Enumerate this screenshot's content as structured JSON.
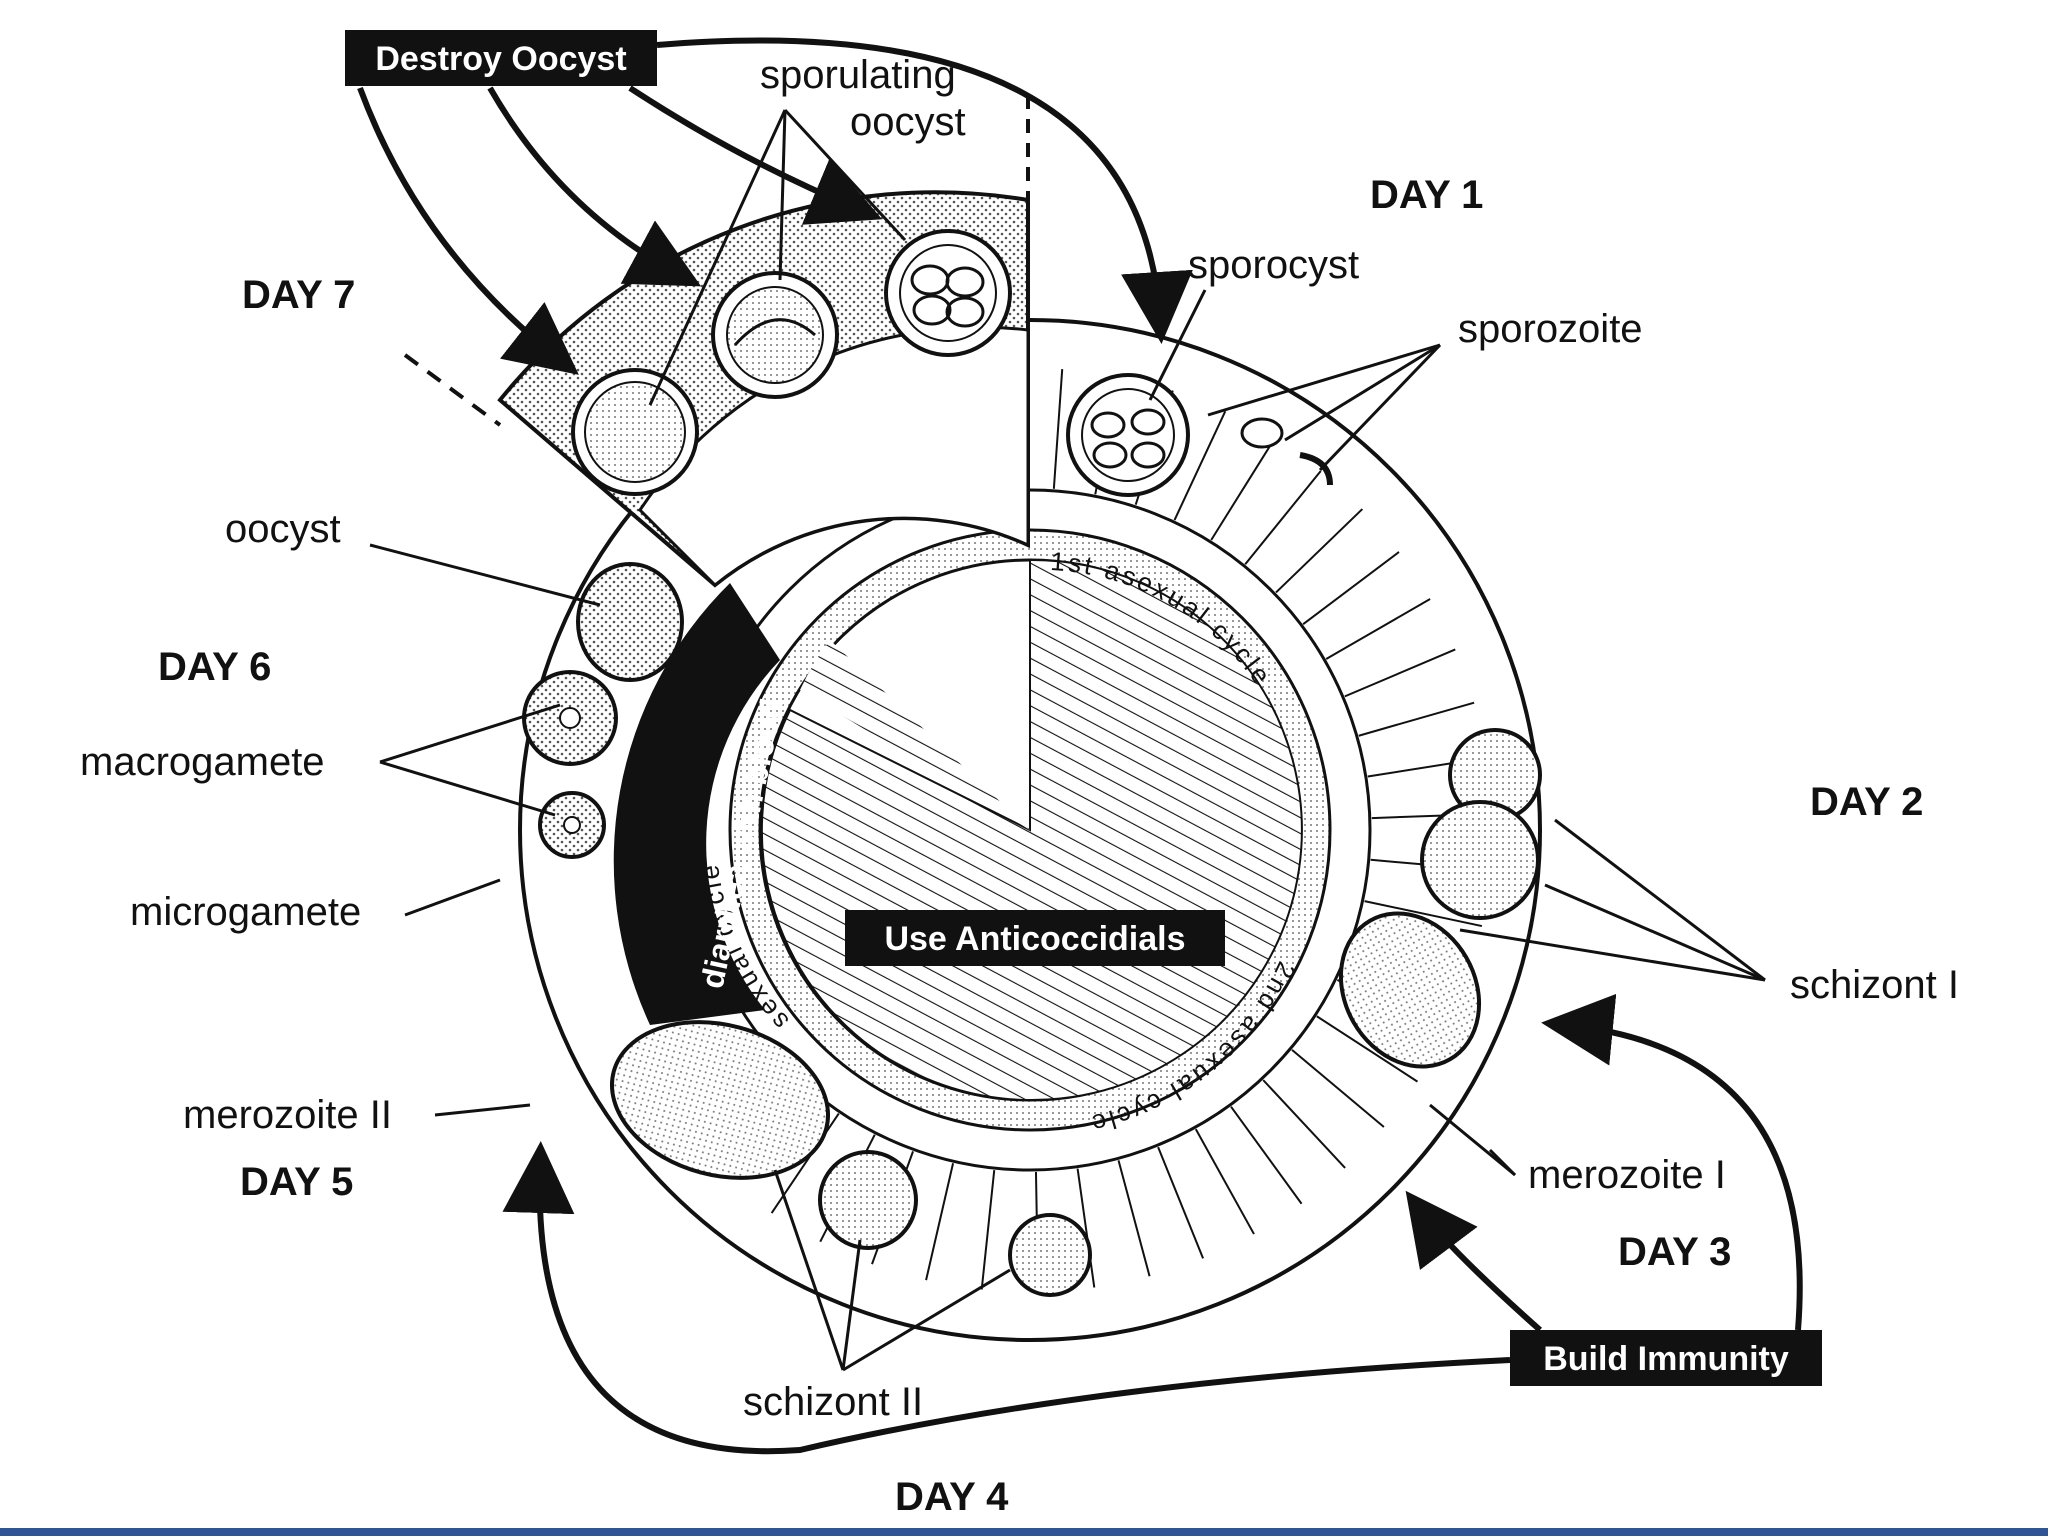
{
  "stages": {
    "sporulating_oocyst": [
      "sporulating",
      "oocyst"
    ],
    "sporocyst": "sporocyst",
    "sporozoite": "sporozoite",
    "schizont_i": "schizont I",
    "merozoite_i": "merozoite I",
    "schizont_ii": "schizont II",
    "merozoite_ii": "merozoite II",
    "microgamete": "microgamete",
    "macrogamete": "macrogamete",
    "oocyst": "oocyst"
  },
  "days": [
    "DAY 1",
    "DAY 2",
    "DAY 3",
    "DAY 4",
    "DAY 5",
    "DAY 6",
    "DAY 7"
  ],
  "actions": {
    "destroy_oocyst": "Destroy Oocyst",
    "build_immunity": "Build Immunity",
    "use_anticoccidials": "Use Anticoccidials"
  },
  "ring_text": {
    "first_asexual_cycle": "1st asexual cycle",
    "second_asexual_cycle": "2nd asexual cycle",
    "sexual_cycle": "sexual cycle",
    "diarrhea": "diarrhea with blood"
  }
}
